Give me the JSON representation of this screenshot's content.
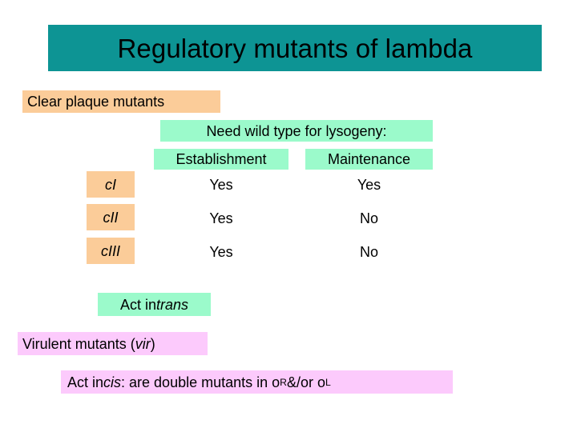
{
  "slide": {
    "title": "Regulatory mutants of lambda",
    "title_band_color": "#0D9494",
    "background_color": "#FFFFFF"
  },
  "highlight_colors": {
    "peach": "#FBCC99",
    "green": "#9BFACB",
    "pink": "#FCCAFC",
    "teal": "#0D9494"
  },
  "sections": {
    "clear_plaque_heading": "Clear plaque mutants",
    "need_wild_type_heading": "Need wild type for lysogeny:",
    "act_in_trans_prefix": "Act in ",
    "act_in_trans_italic": "trans",
    "virulent_heading_prefix": "Virulent mutants (",
    "virulent_heading_italic": "vir",
    "virulent_heading_suffix": ")",
    "act_in_cis_prefix": "Act in ",
    "act_in_cis_italic": "cis",
    "act_in_cis_middle": " : are double mutants in o",
    "act_in_cis_sub1": "R",
    "act_in_cis_and_or": " &/or o",
    "act_in_cis_sub2": "L"
  },
  "table": {
    "columns": [
      "Establishment",
      "Maintenance"
    ],
    "rows": [
      {
        "gene": "cI",
        "establishment": "Yes",
        "maintenance": "Yes"
      },
      {
        "gene": "cII",
        "establishment": "Yes",
        "maintenance": "No"
      },
      {
        "gene": "cIII",
        "establishment": "Yes",
        "maintenance": "No"
      }
    ]
  }
}
